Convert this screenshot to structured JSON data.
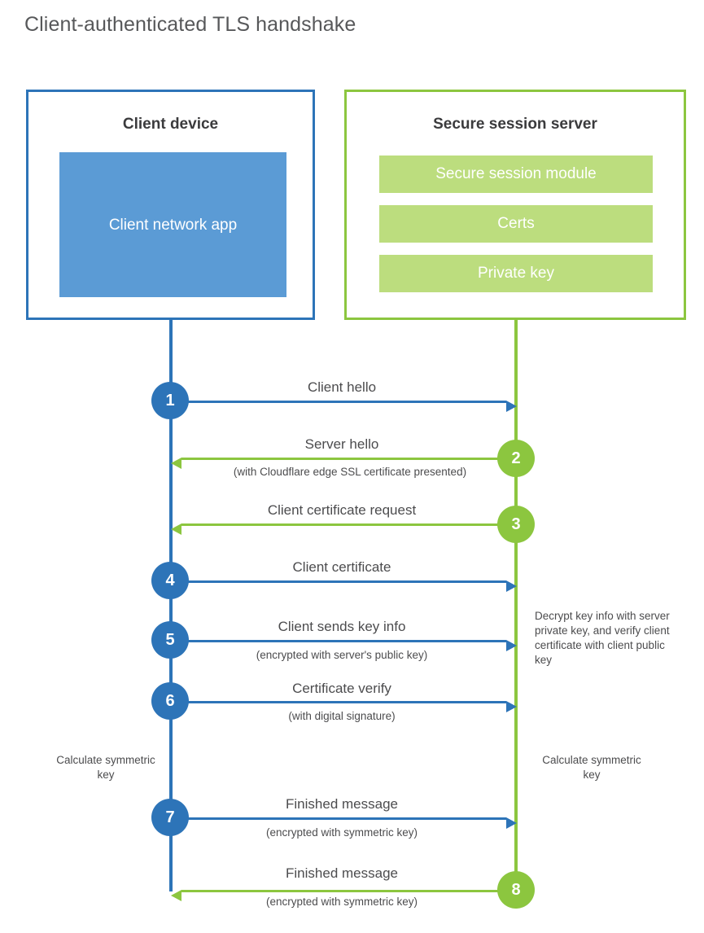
{
  "diagram": {
    "title": "Client-authenticated TLS handshake",
    "colors": {
      "client_blue": "#2d74b8",
      "client_app_fill": "#5b9bd5",
      "server_green": "#8cc63f",
      "module_fill": "#bcdd7e",
      "text": "#4c4c4e",
      "title_text": "#57585a"
    }
  },
  "client": {
    "title": "Client device",
    "app_label": "Client network app"
  },
  "server": {
    "title": "Secure session server",
    "modules": [
      {
        "label": "Secure session module"
      },
      {
        "label": "Certs"
      },
      {
        "label": "Private key"
      }
    ]
  },
  "steps": [
    {
      "number": "1",
      "label": "Client hello",
      "sub": "",
      "direction": "client-to-server",
      "actor": "client"
    },
    {
      "number": "2",
      "label": "Server hello",
      "sub": "(with Cloudflare edge SSL certificate presented)",
      "direction": "server-to-client",
      "actor": "server"
    },
    {
      "number": "3",
      "label": "Client certificate request",
      "sub": "",
      "direction": "server-to-client",
      "actor": "server"
    },
    {
      "number": "4",
      "label": "Client certificate",
      "sub": "",
      "direction": "client-to-server",
      "actor": "client"
    },
    {
      "number": "5",
      "label": "Client sends key info",
      "sub": "(encrypted with server's public key)",
      "direction": "client-to-server",
      "actor": "client"
    },
    {
      "number": "6",
      "label": "Certificate verify",
      "sub": "(with digital signature)",
      "direction": "client-to-server",
      "actor": "client"
    },
    {
      "number": "7",
      "label": "Finished message",
      "sub": "(encrypted with symmetric key)",
      "direction": "client-to-server",
      "actor": "client"
    },
    {
      "number": "8",
      "label": "Finished message",
      "sub": "(encrypted with symmetric key)",
      "direction": "server-to-client",
      "actor": "server"
    }
  ],
  "notes": {
    "decrypt_note": "Decrypt key info with server private key, and verify client certificate with client public key",
    "client_calculate": "Calculate symmetric key",
    "server_calculate": "Calculate symmetric key"
  }
}
